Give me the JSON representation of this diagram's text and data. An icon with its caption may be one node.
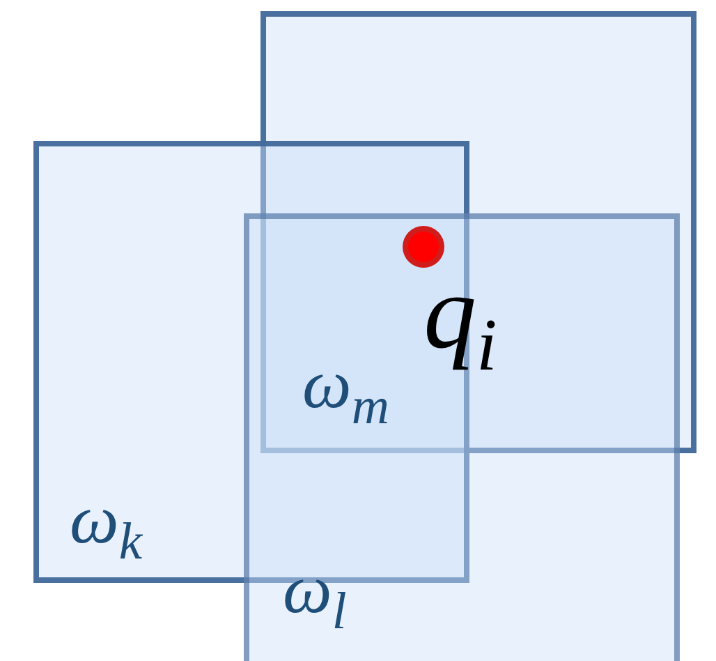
{
  "diagram": {
    "nodes": [
      {
        "text": [
          "ω$_{m}$"
        ]
      },
      {
        "text": [
          "ω$_{k}$"
        ]
      },
      {
        "text": [
          "ω$_{l}$"
        ]
      },
      {
        "text": [],
        "shape": "circle",
        "beside": [
          "q$_{i}$"
        ]
      }
    ]
  }
}
